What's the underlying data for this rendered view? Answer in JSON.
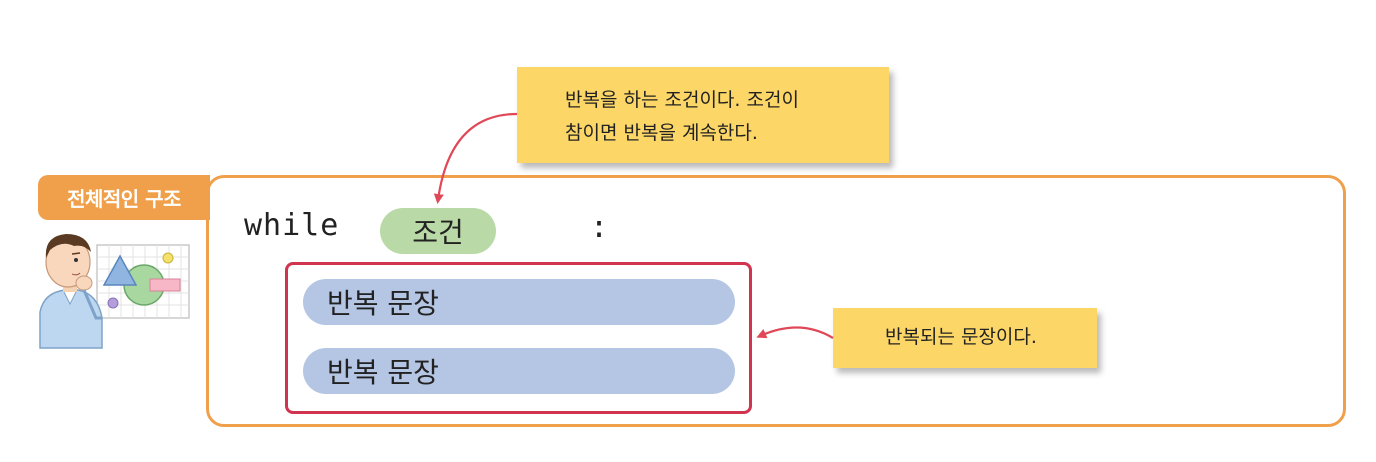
{
  "section_tab": {
    "label": "전체적인 구조"
  },
  "code": {
    "keyword": "while",
    "condition": "조건",
    "colon": ":",
    "statements": [
      "반복 문장",
      "반복 문장"
    ]
  },
  "callouts": {
    "condition_note": {
      "line1": "반복을 하는 조건이다. 조건이",
      "line2": "참이면 반복을 계속한다."
    },
    "body_note": {
      "text": "반복되는 문장이다."
    }
  },
  "colors": {
    "frame": "#f0a04b",
    "body_box": "#d0344f",
    "condition_pill": "#b9d9a6",
    "statement_pill": "#b4c6e4",
    "callout": "#fcd667",
    "arrow": "#e04858"
  },
  "icons": [
    "thinking-student-illustration",
    "shapes-grid-illustration"
  ]
}
